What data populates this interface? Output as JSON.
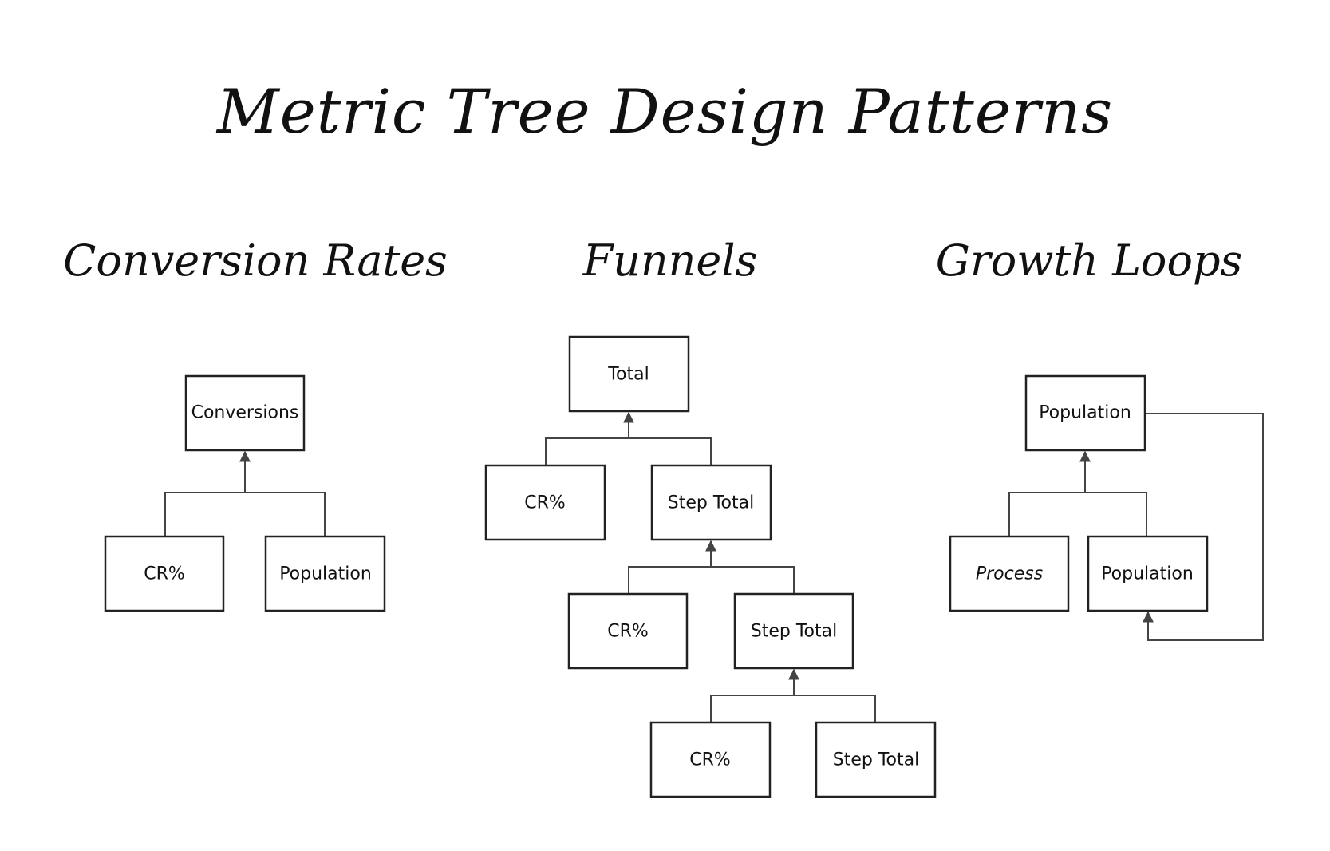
{
  "title": "Metric Tree Design Patterns",
  "sections": {
    "conversion_rates": {
      "title": "Conversion Rates",
      "nodes": {
        "conversions": "Conversions",
        "cr": "CR%",
        "population": "Population"
      }
    },
    "funnels": {
      "title": "Funnels",
      "nodes": {
        "total": "Total",
        "cr_1": "CR%",
        "step_total_1": "Step Total",
        "cr_2": "CR%",
        "step_total_2": "Step Total",
        "cr_3": "CR%",
        "step_total_3": "Step Total"
      }
    },
    "growth_loops": {
      "title": "Growth Loops",
      "nodes": {
        "population_top": "Population",
        "process": "Process",
        "population_bottom": "Population"
      }
    }
  },
  "colors": {
    "stroke": "#222222",
    "connector": "#444444",
    "background": "#ffffff"
  }
}
